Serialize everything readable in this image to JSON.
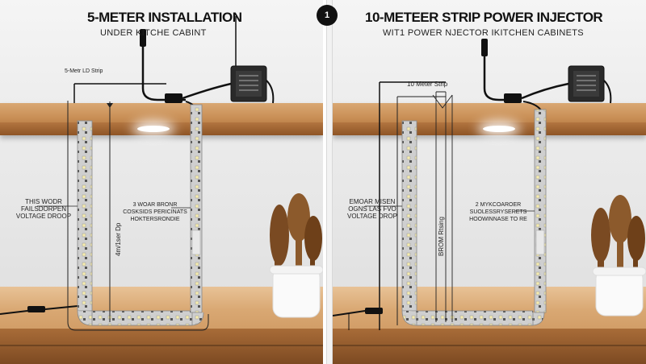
{
  "badge": "1",
  "left": {
    "title": "5-METER INSTALLATION",
    "subtitle": "UNDER KITCHE CABINT",
    "strip_label": "5-Metr LD Strip",
    "voltage_label": "THIS WODR FAILSDORPEN VOLTAGE DROOP",
    "mid_label": "3  WOAR BRONR COSKSIDS PERICINATS HOKTERSRONDIE",
    "vertical_label": "4m/1ser Dp"
  },
  "right": {
    "title": "10-METEER STRIP POWER INJECTOR",
    "subtitle": "WIT1 POWER NJECTOR IKITCHEN CABINETS",
    "strip_label": "10 Meter Strip",
    "voltage_label": "EMOAR MISEN OGNS LAS FVO VOLTAGE DROP",
    "mid_label": "2  MYKCOAROER SUOLESSRYSERETS HOOWINNASE TO RE",
    "vertical_label": "BROM Rtsing"
  },
  "colors": {
    "wood": "#c98f56",
    "wall": "#ececec",
    "led": "#f4e7a6",
    "cable": "#111111"
  }
}
